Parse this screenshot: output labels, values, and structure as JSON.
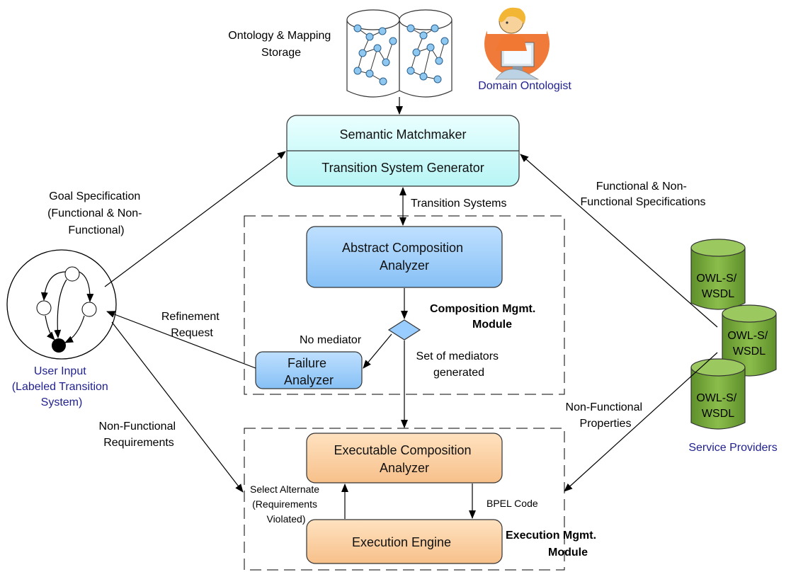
{
  "labels": {
    "ontology_storage": [
      "Ontology & Mapping",
      "Storage"
    ],
    "domain_ontologist": "Domain Ontologist",
    "goal_spec": [
      "Goal Specification",
      "(Functional & Non-",
      "Functional)"
    ],
    "transition_systems": "Transition Systems",
    "func_specs": [
      "Functional & Non-",
      "Functional Specifications"
    ],
    "refinement": [
      "Refinement",
      "Request"
    ],
    "no_mediator": "No mediator",
    "set_mediators": [
      "Set of mediators",
      "generated"
    ],
    "user_input": [
      "User Input",
      "(Labeled Transition",
      "System)"
    ],
    "non_func_req": [
      "Non-Functional",
      "Requirements"
    ],
    "non_func_props": [
      "Non-Functional",
      "Properties"
    ],
    "service_providers": "Service Providers",
    "select_alternate": [
      "Select Alternate",
      "(Requirements",
      "Violated)"
    ],
    "bpel_code": "BPEL Code",
    "composition_module": [
      "Composition Mgmt.",
      "Module"
    ],
    "execution_module": [
      "Execution Mgmt.",
      "Module"
    ]
  },
  "boxes": {
    "semantic_matchmaker": "Semantic Matchmaker",
    "transition_generator": "Transition System Generator",
    "abstract_analyzer": [
      "Abstract Composition",
      "Analyzer"
    ],
    "failure_analyzer": [
      "Failure",
      "Analyzer"
    ],
    "executable_analyzer": [
      "Executable Composition",
      "Analyzer"
    ],
    "execution_engine": "Execution Engine"
  },
  "databases": [
    [
      "OWL-S/",
      "WSDL"
    ],
    [
      "OWL-S/",
      "WSDL"
    ],
    [
      "OWL-S/",
      "WSDL"
    ]
  ],
  "colors": {
    "matchmaker_fill": "#ccffff",
    "abstract_fill": "#99ccff",
    "executable_fill": "#fbcf9d",
    "db_fill": "#77a83a",
    "blue_text": "#1f1f8f"
  }
}
